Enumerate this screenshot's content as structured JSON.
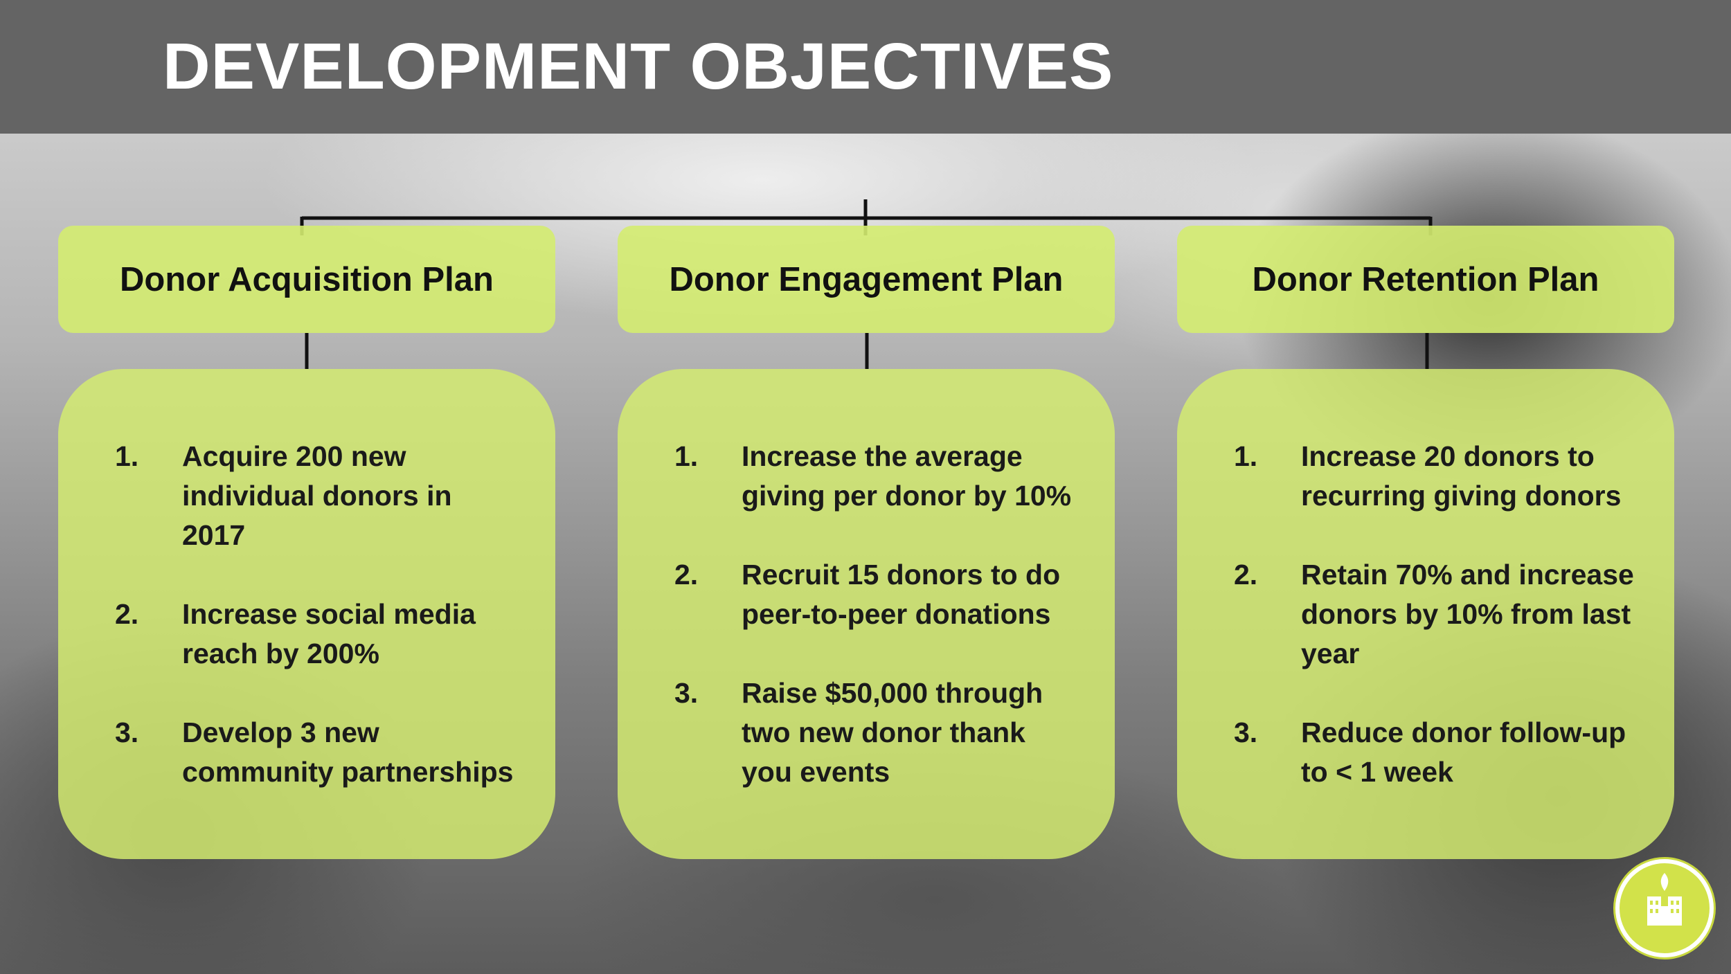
{
  "title": "DEVELOPMENT OBJECTIVES",
  "colors": {
    "header_bg": "#646464",
    "accent_green": "#d4ec70",
    "logo_green": "#d2e24a"
  },
  "plans": [
    {
      "label": "Donor Acquisition Plan",
      "objectives": [
        {
          "num": "1.",
          "text": "Acquire 200 new individual donors in 2017"
        },
        {
          "num": "2.",
          "text": "Increase social media reach by 200%"
        },
        {
          "num": "3.",
          "text": "Develop 3 new community partnerships"
        }
      ]
    },
    {
      "label": "Donor Engagement Plan",
      "objectives": [
        {
          "num": "1.",
          "text": "Increase the average giving per donor by 10%"
        },
        {
          "num": "2.",
          "text": "Recruit 15 donors to do peer-to-peer donations"
        },
        {
          "num": "3.",
          "text": "Raise $50,000 through two new donor thank you events"
        }
      ]
    },
    {
      "label": "Donor Retention Plan",
      "objectives": [
        {
          "num": "1.",
          "text": "Increase 20 donors to recurring giving donors"
        },
        {
          "num": "2.",
          "text": "Retain 70% and increase donors by 10% from last year"
        },
        {
          "num": "3.",
          "text": "Reduce donor follow-up to < 1 week"
        }
      ]
    }
  ],
  "logo_icon": "building-sprout-logo-icon"
}
